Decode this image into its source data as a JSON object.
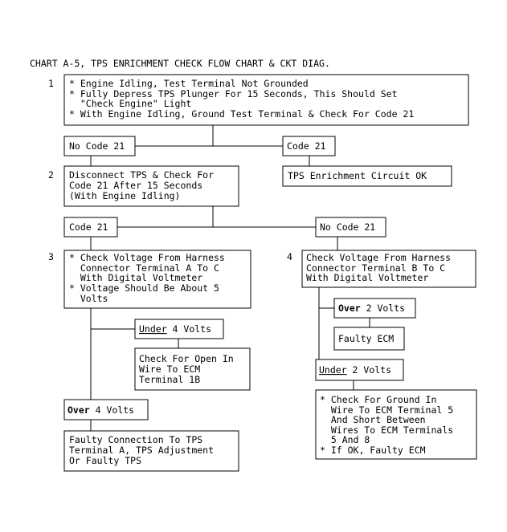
{
  "title": "CHART A-5, TPS ENRICHMENT CHECK FLOW CHART & CKT DIAG.",
  "steps": {
    "s1": "1",
    "s2": "2",
    "s3": "3",
    "s4": "4"
  },
  "box1": [
    "* Engine Idling, Test Terminal Not Grounded",
    "* Fully Depress TPS Plunger For 15 Seconds, This Should Set",
    "  \"Check Engine\" Light",
    "* With Engine Idling, Ground Test Terminal & Check For Code 21"
  ],
  "no_code_21_a": "No Code 21",
  "code_21_a": "Code 21",
  "enrichment_ok": "TPS Enrichment Circuit OK",
  "box2": [
    "Disconnect TPS & Check For",
    "Code 21 After 15 Seconds",
    "(With Engine Idling)"
  ],
  "code_21_b": "Code 21",
  "no_code_21_b": "No Code 21",
  "box3": [
    "* Check Voltage From Harness",
    "  Connector Terminal A To C",
    "  With Digital Voltmeter",
    "* Voltage Should Be About 5",
    "  Volts"
  ],
  "box4": [
    "Check Voltage From Harness",
    "Connector Terminal B To C",
    "With Digital Voltmeter"
  ],
  "under_4": {
    "kw": "Under",
    "rest": " 4 Volts"
  },
  "open_wire": [
    "Check For Open In",
    "Wire To ECM",
    "Terminal 1B"
  ],
  "over_4": {
    "kw": "Over",
    "rest": " 4 Volts"
  },
  "faulty_conn": [
    "Faulty Connection To TPS",
    "Terminal A, TPS Adjustment",
    "Or Faulty TPS"
  ],
  "over_2": {
    "kw": "Over",
    "rest": " 2 Volts"
  },
  "faulty_ecm": "Faulty ECM",
  "under_2": {
    "kw": "Under",
    "rest": " 2 Volts"
  },
  "ground_check": [
    "* Check For Ground In",
    "  Wire To ECM Terminal 5",
    "  And Short Between",
    "  Wires To ECM Terminals",
    "  5 And 8",
    "* If OK, Faulty ECM"
  ]
}
